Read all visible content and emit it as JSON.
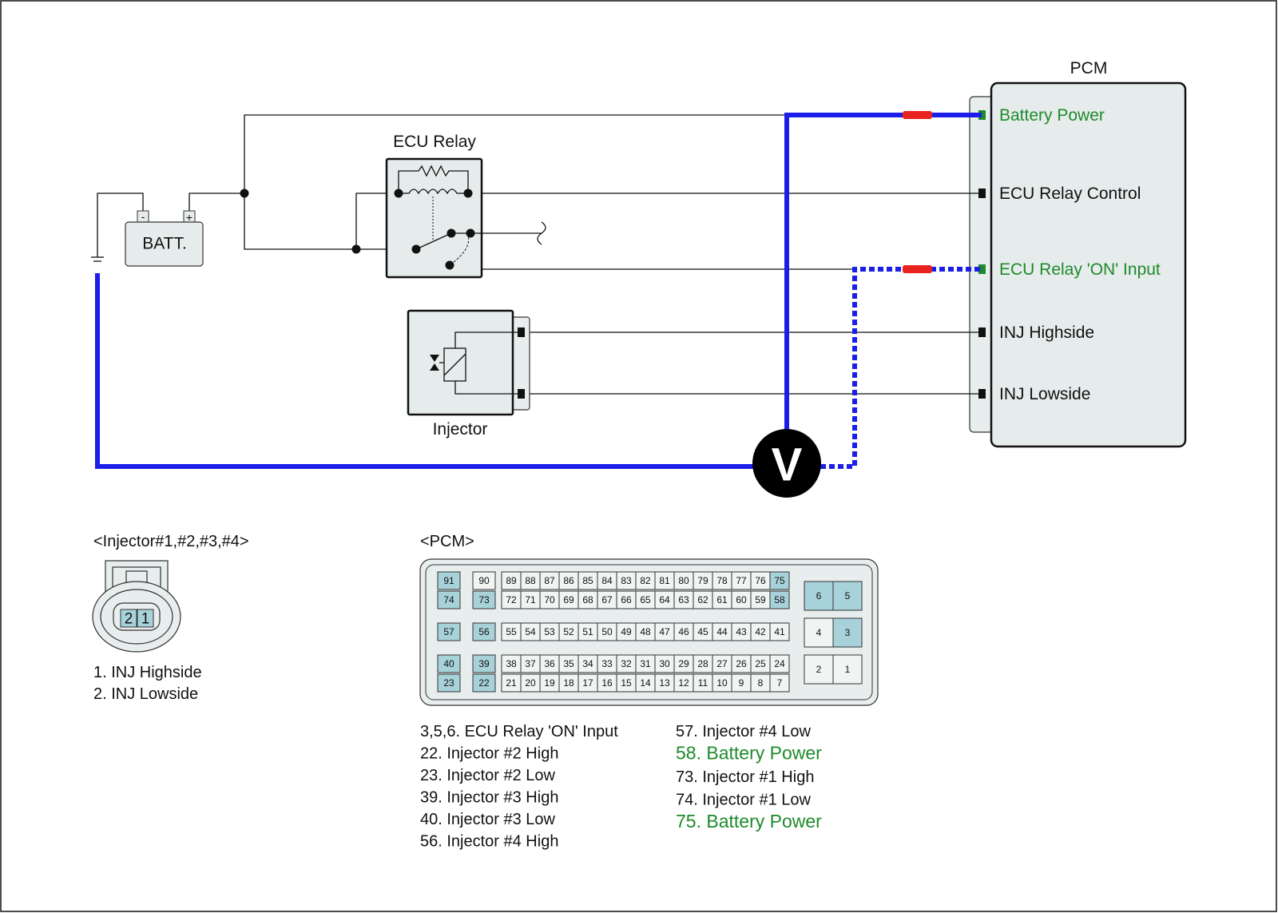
{
  "colors": {
    "wire_blue": "#1a1ee6",
    "fuse_red": "#e8231f",
    "green_text": "#1e8a2a",
    "highlight_pin": "#a8d2da"
  },
  "labels": {
    "pcm": "PCM",
    "ecu_relay": "ECU Relay",
    "batt": "BATT.",
    "batt_minus": "-",
    "batt_plus": "+",
    "injector": "Injector",
    "voltmeter": "V"
  },
  "pcm_terminals": [
    {
      "id": "battery-power",
      "label": "Battery Power",
      "green": true
    },
    {
      "id": "ecu-relay-control",
      "label": "ECU Relay Control",
      "green": false
    },
    {
      "id": "ecu-relay-on-input",
      "label": "ECU Relay 'ON' Input",
      "green": true
    },
    {
      "id": "inj-highside",
      "label": "INJ Highside",
      "green": false
    },
    {
      "id": "inj-lowside",
      "label": "INJ Lowside",
      "green": false
    }
  ],
  "injector_connector": {
    "title": "<Injector#1,#2,#3,#4>",
    "pins": [
      "2",
      "1"
    ],
    "legend": [
      "1. INJ Highside",
      "2. INJ Lowside"
    ]
  },
  "pcm_connector": {
    "title": "<PCM>",
    "pins": {
      "left_top": [
        "91",
        "74"
      ],
      "left2_top": [
        "90",
        "73"
      ],
      "row_a": [
        "89",
        "88",
        "87",
        "86",
        "85",
        "84",
        "83",
        "82",
        "81",
        "80",
        "79",
        "78",
        "77",
        "76",
        "75"
      ],
      "row_b": [
        "72",
        "71",
        "70",
        "69",
        "68",
        "67",
        "66",
        "65",
        "64",
        "63",
        "62",
        "61",
        "60",
        "59",
        "58"
      ],
      "left_mid": [
        "57"
      ],
      "left2_mid": [
        "56"
      ],
      "row_c": [
        "55",
        "54",
        "53",
        "52",
        "51",
        "50",
        "49",
        "48",
        "47",
        "46",
        "45",
        "44",
        "43",
        "42",
        "41"
      ],
      "left_bot": [
        "40",
        "23"
      ],
      "left2_bot": [
        "39",
        "22"
      ],
      "row_d": [
        "38",
        "37",
        "36",
        "35",
        "34",
        "33",
        "32",
        "31",
        "30",
        "29",
        "28",
        "27",
        "26",
        "25",
        "24"
      ],
      "row_e": [
        "21",
        "20",
        "19",
        "18",
        "17",
        "16",
        "15",
        "14",
        "13",
        "12",
        "11",
        "10",
        "9",
        "8",
        "7"
      ],
      "big_top": [
        "6",
        "5"
      ],
      "big_mid": [
        "4",
        "3"
      ],
      "big_bot": [
        "2",
        "1"
      ]
    },
    "highlighted": [
      "91",
      "74",
      "73",
      "75",
      "58",
      "57",
      "56",
      "40",
      "23",
      "39",
      "22",
      "6",
      "5",
      "3"
    ],
    "legend_left": [
      {
        "text": "3,5,6. ECU Relay 'ON' Input",
        "green": false
      },
      {
        "text": "22. Injector #2 High",
        "green": false
      },
      {
        "text": "23. Injector #2 Low",
        "green": false
      },
      {
        "text": "39. Injector #3 High",
        "green": false
      },
      {
        "text": "40. Injector #3 Low",
        "green": false
      },
      {
        "text": "56. Injector #4 High",
        "green": false
      }
    ],
    "legend_right": [
      {
        "text": "57. Injector #4 Low",
        "green": false
      },
      {
        "text": "58. Battery Power",
        "green": true
      },
      {
        "text": "73. Injector #1 High",
        "green": false
      },
      {
        "text": "74. Injector #1 Low",
        "green": false
      },
      {
        "text": "75. Battery Power",
        "green": true
      }
    ]
  }
}
